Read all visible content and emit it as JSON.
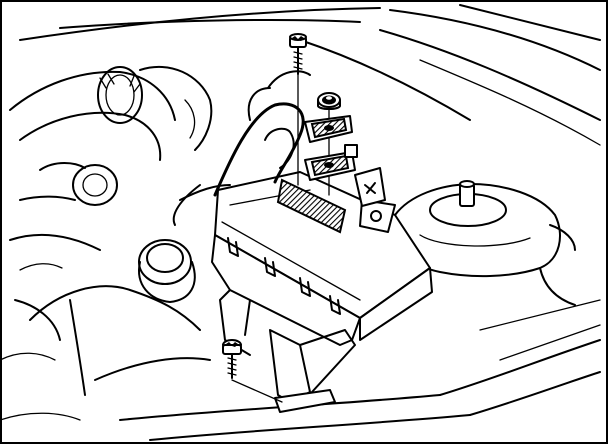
{
  "figure": {
    "type": "technical line illustration",
    "colors": {
      "line": "#000000",
      "background": "#ffffff"
    },
    "parts": [
      {
        "name": "upper-mounting-bolt",
        "icon": "bolt-icon"
      },
      {
        "name": "washer",
        "icon": "washer-icon"
      },
      {
        "name": "rubber-grommet-upper",
        "icon": "grommet-icon"
      },
      {
        "name": "rubber-grommet-lower",
        "icon": "grommet-icon"
      },
      {
        "name": "bracket-insulator",
        "icon": "insulator-icon"
      },
      {
        "name": "reservoir-module",
        "icon": "reservoir-icon"
      },
      {
        "name": "lower-mounting-bolt",
        "icon": "bolt-icon"
      },
      {
        "name": "strut-tower",
        "icon": "strut-tower-icon"
      }
    ]
  }
}
